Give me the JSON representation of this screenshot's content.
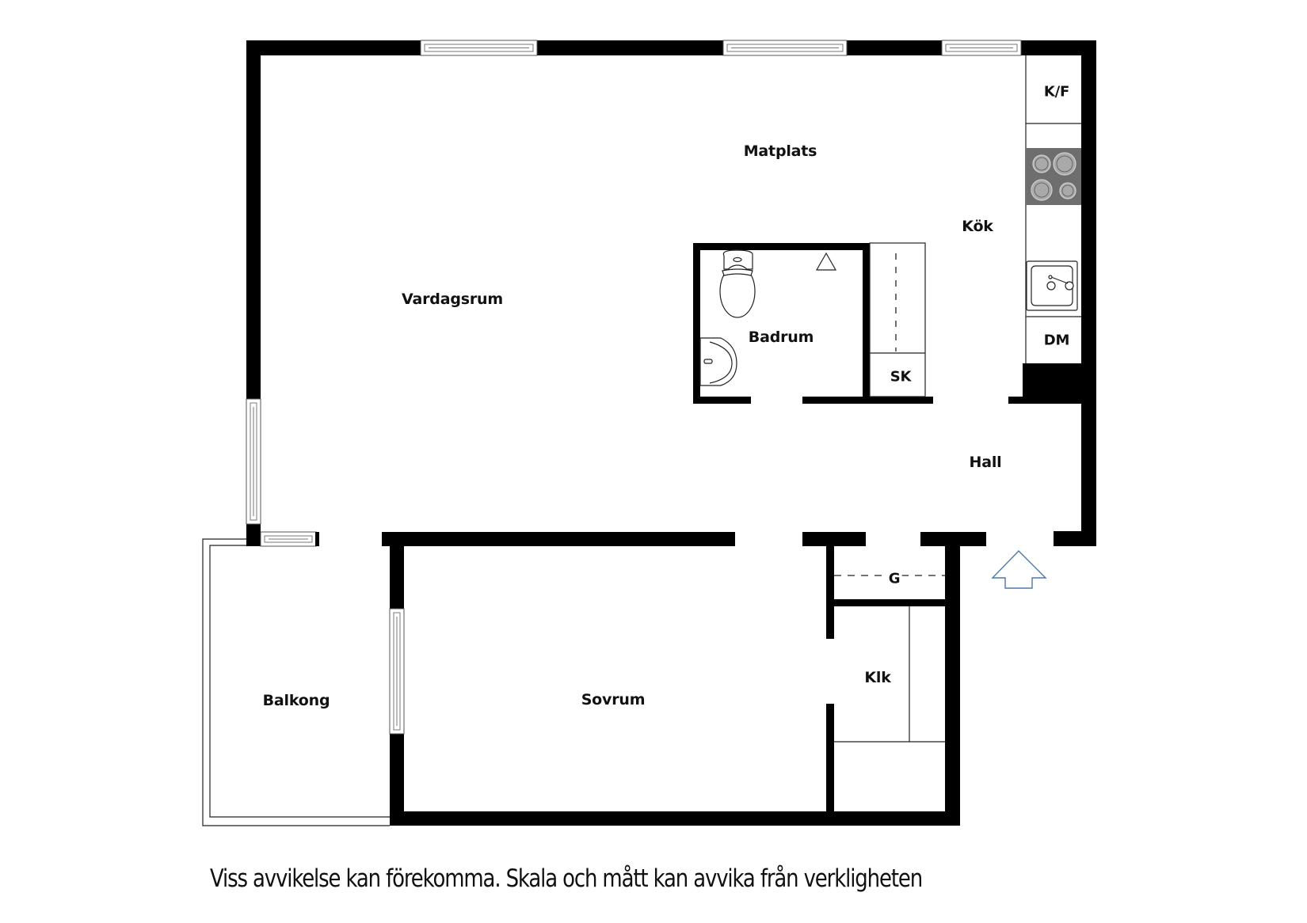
{
  "floorplan": {
    "rooms": [
      {
        "id": "matplats",
        "label": "Matplats"
      },
      {
        "id": "kok",
        "label": "Kök"
      },
      {
        "id": "vardagsrum",
        "label": "Vardagsrum"
      },
      {
        "id": "badrum",
        "label": "Badrum"
      },
      {
        "id": "hall",
        "label": "Hall"
      },
      {
        "id": "balkong",
        "label": "Balkong"
      },
      {
        "id": "sovrum",
        "label": "Sovrum"
      },
      {
        "id": "klk",
        "label": "Klk"
      }
    ],
    "fixtures": [
      {
        "id": "kf",
        "label": "K/F"
      },
      {
        "id": "dm",
        "label": "DM"
      },
      {
        "id": "sk",
        "label": "SK"
      },
      {
        "id": "g",
        "label": "G"
      }
    ],
    "icons": [
      "entrance-arrow-icon",
      "stove-icon",
      "sink-icon",
      "toilet-icon",
      "washbasin-icon",
      "ventilation-triangle-icon"
    ],
    "colors": {
      "wall": "#000000",
      "stove": "#6e6e6e",
      "burner": "#a9a9a9",
      "entrance_arrow": "#4a78a8"
    }
  },
  "caption": "Viss avvikelse kan förekomma. Skala och mått kan avvika från verkligheten"
}
